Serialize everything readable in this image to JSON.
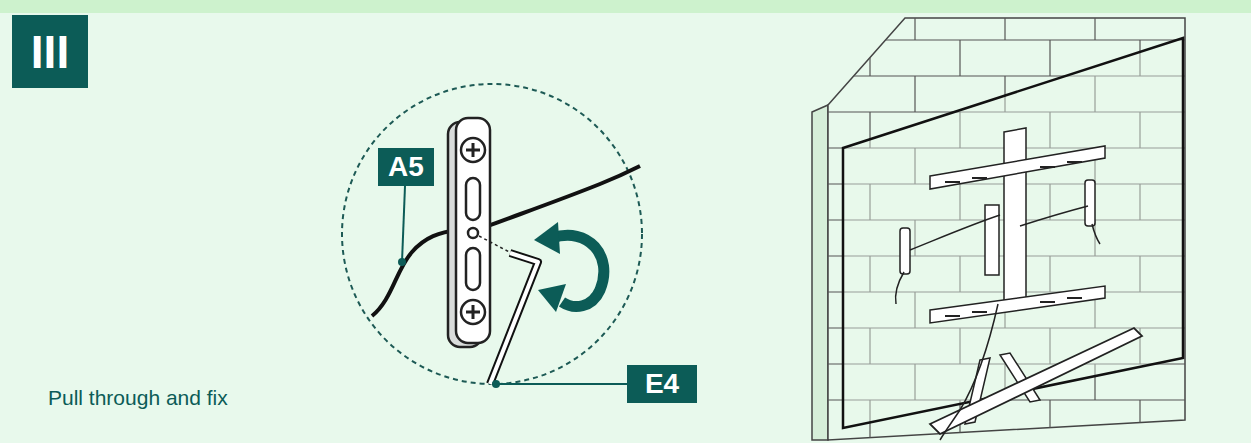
{
  "diagram": {
    "title": "III",
    "caption": "Pull through and fix",
    "labels": [
      "A5",
      "E4"
    ]
  }
}
